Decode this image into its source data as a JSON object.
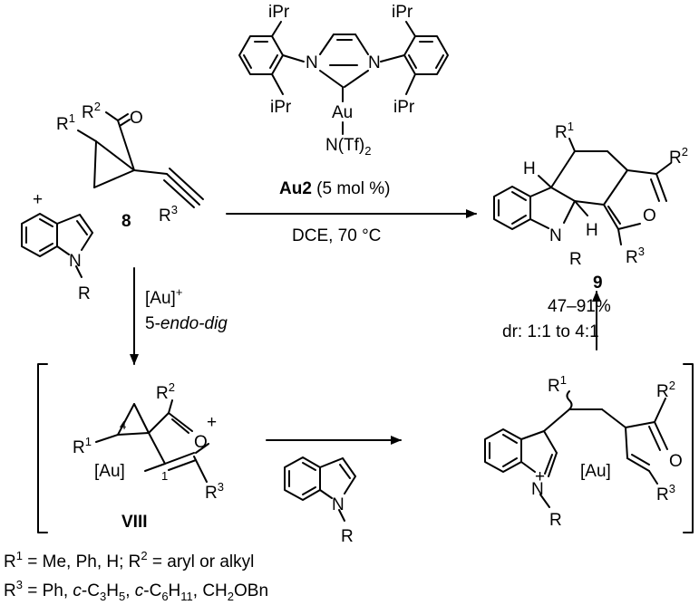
{
  "catalyst": {
    "ipr_top_left": "iPr",
    "ipr_top_right": "iPr",
    "ipr_bottom_left": "iPr",
    "ipr_bottom_right": "iPr",
    "n_left": "N",
    "n_right": "N",
    "metal": "Au",
    "ligand": "N(Tf)",
    "ligand_sub": "2"
  },
  "reagent_8": {
    "r1": "R",
    "r1_sup": "1",
    "r2": "R",
    "r2_sup": "2",
    "o": "O",
    "r3": "R",
    "r3_sup": "3",
    "number": "8"
  },
  "plus": "+",
  "indole_left": {
    "n": "N",
    "r": "R"
  },
  "main_arrow": {
    "catalyst_label": "Au2",
    "catalyst_loading": " (5 mol %)",
    "conditions": "DCE, 70 °C"
  },
  "product_9": {
    "r1": "R",
    "r1_sup": "1",
    "h_top": "H",
    "h_bottom": "H",
    "r2": "R",
    "r2_sup": "2",
    "o": "O",
    "n": "N",
    "r": "R",
    "r3": "R",
    "r3_sup": "3",
    "number": "9",
    "yield": "47–91%",
    "dr": "dr: 1:1 to 4:1"
  },
  "down_arrow": {
    "reagent": "[Au]",
    "reagent_sup": "+",
    "mode_prefix": "5-",
    "mode": "endo-dig"
  },
  "intermediate_VIII": {
    "r2": "R",
    "r2_sup": "2",
    "o": "O",
    "charge": "+",
    "locant_4": "4",
    "r1": "R",
    "r1_sup": "1",
    "au": "[Au]",
    "locant_1": "1",
    "r3": "R",
    "r3_sup": "3",
    "label": "VIII"
  },
  "indole_mid": {
    "n": "N",
    "r": "R"
  },
  "intermediate_right": {
    "r1": "R",
    "r1_sup": "1",
    "r2": "R",
    "r2_sup": "2",
    "o": "O",
    "charge": "+",
    "n": "N",
    "au": "[Au]",
    "r": "R",
    "r3": "R",
    "r3_sup": "3"
  },
  "footnotes": {
    "line1": {
      "r1": "R",
      "r1_sup": "1",
      "r1_def": " = Me, Ph, H; ",
      "r2": "R",
      "r2_sup": "2",
      "r2_def": " = aryl or alkyl"
    },
    "line2": {
      "r3": "R",
      "r3_sup": "3",
      "r3_def": " = Ph, ",
      "c1": "c",
      "c1_formula": "-C",
      "c1_sub1": "3",
      "c1_h": "H",
      "c1_sub2": "5",
      "sep1": ", ",
      "c2": "c",
      "c2_formula": "-C",
      "c2_sub1": "6",
      "c2_h": "H",
      "c2_sub2": "11",
      "rest": ", CH",
      "rest_sub": "2",
      "rest_end": "OBn"
    }
  }
}
